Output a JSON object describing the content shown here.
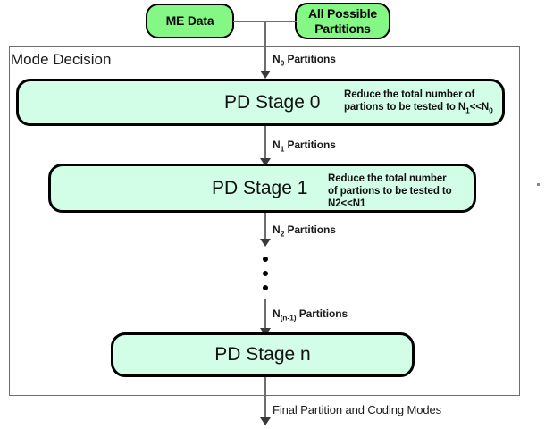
{
  "diagram": {
    "title": "Mode Decision",
    "sources": [
      {
        "id": "me-data",
        "label": "ME Data"
      },
      {
        "id": "all-possible-partitions",
        "label": "All Possible\nPartitions"
      }
    ],
    "stages": [
      {
        "id": "pd-stage-0",
        "title": "PD Stage 0",
        "note_lines": [
          "Reduce the total number of",
          "partions to be tested to N₁<<N₀"
        ],
        "note_html": "Reduce the total number of<br>partions to be tested to N<sub>1</sub>&lt;&lt;N<sub>0</sub>"
      },
      {
        "id": "pd-stage-1",
        "title": "PD Stage 1",
        "note_lines": [
          "Reduce the total number",
          "of partions to be tested to",
          "N2<<N1"
        ],
        "note_html": "Reduce the total number<br>of partions to be tested to<br>N2&lt;&lt;N1"
      },
      {
        "id": "pd-stage-n",
        "title": "PD Stage n",
        "note_lines": [],
        "note_html": ""
      }
    ],
    "edge_labels": [
      {
        "id": "edge-n0",
        "html": "N<sub>0</sub> Partitions",
        "text": "N0 Partitions"
      },
      {
        "id": "edge-n1",
        "html": "N<sub>1</sub> Partitions",
        "text": "N1 Partitions"
      },
      {
        "id": "edge-n2",
        "html": "N<sub>2</sub> Partitions",
        "text": "N2 Partitions"
      },
      {
        "id": "edge-n-minus-1",
        "html": "N<sub>(n-1)</sub> Partitions",
        "text": "N(n-1) Partitions"
      },
      {
        "id": "edge-final",
        "html": "Final Partition and Coding Modes",
        "text": "Final Partition and Coding Modes"
      }
    ],
    "ellipsis_dots": 3,
    "colors": {
      "source_fill": "#85f785",
      "stage_fill": "#d2fde6",
      "node_border": "#000000",
      "container_border": "#6e6e6e",
      "connector": "#6e6e6e",
      "arrowhead": "#3a3a3a",
      "text": "#1a1a1a",
      "background": "#ffffff"
    }
  }
}
